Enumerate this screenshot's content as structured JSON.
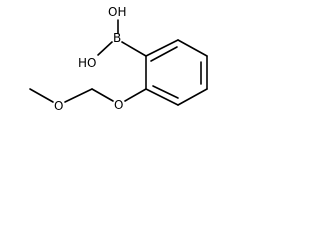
{
  "molecule": {
    "atoms": {
      "oh_upper": "OH",
      "oh_lower": "HO",
      "boron": "B",
      "ether_o_ring": "O",
      "ether_o_terminal": "O"
    },
    "colors": {
      "bond": "#000000",
      "text": "#000000",
      "background": "#ffffff"
    }
  }
}
